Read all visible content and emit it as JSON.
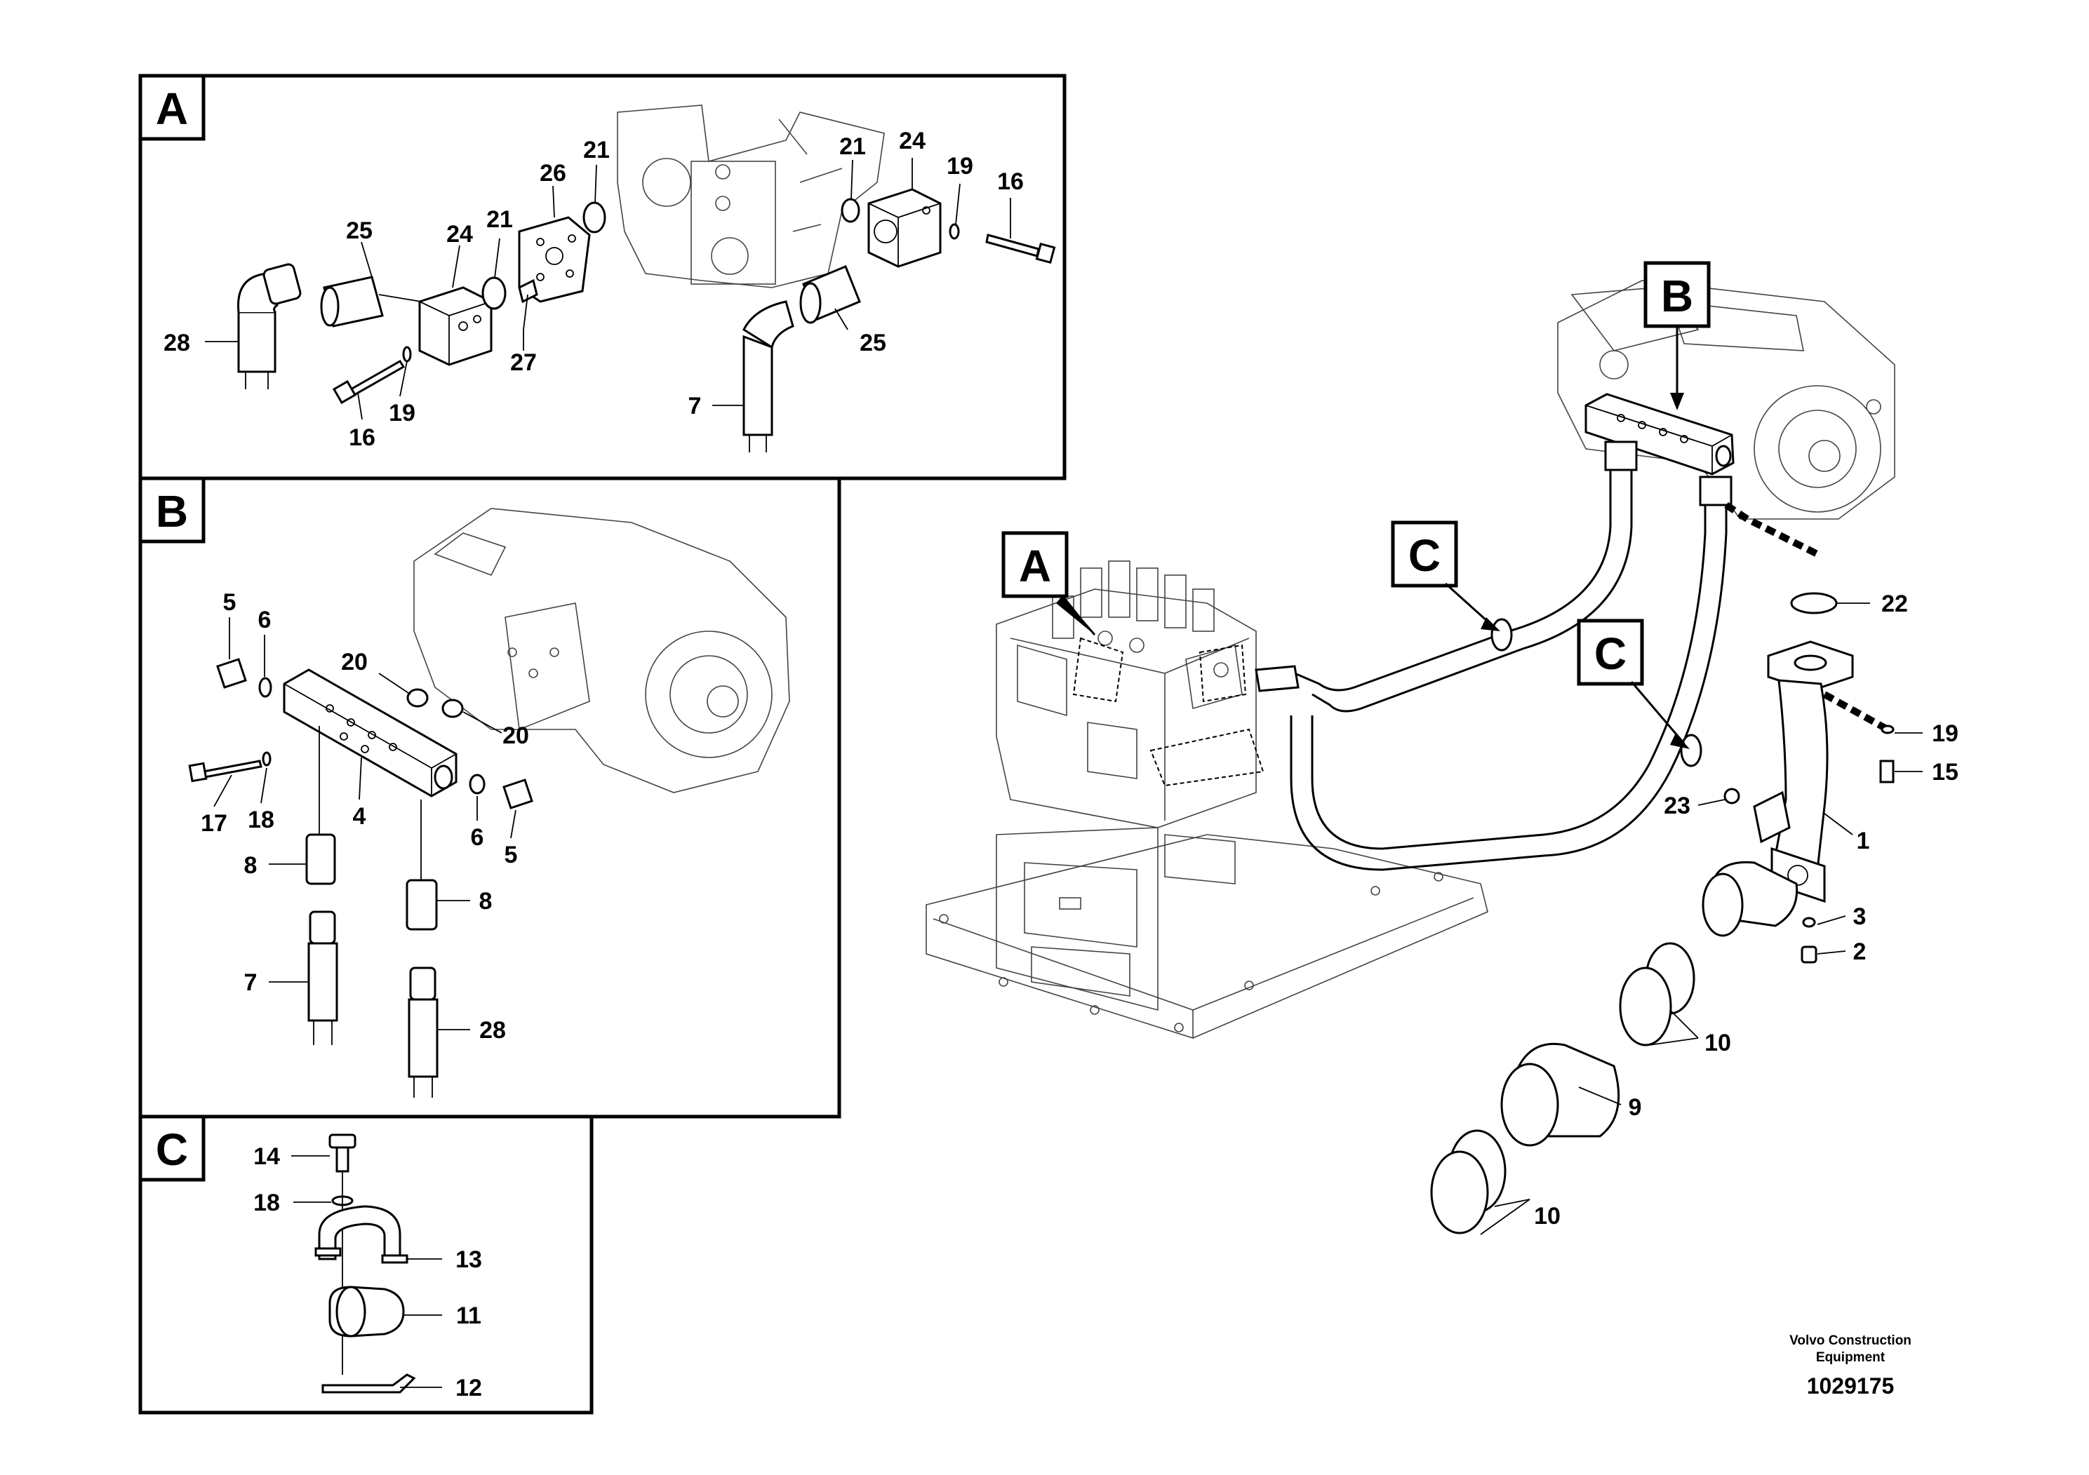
{
  "panels": {
    "A": {
      "tag": "A"
    },
    "B": {
      "tag": "B"
    },
    "C": {
      "tag": "C"
    }
  },
  "main_tags": {
    "A": "A",
    "B": "B",
    "C1": "C",
    "C2": "C"
  },
  "callouts": {
    "a_25_left": "25",
    "a_24_left": "24",
    "a_21_left": "21",
    "a_26": "26",
    "a_21_top": "21",
    "a_21_right": "21",
    "a_24_right": "24",
    "a_19_right": "19",
    "a_16_right": "16",
    "a_28": "28",
    "a_16_left": "16",
    "a_19_left": "19",
    "a_27": "27",
    "a_25_right": "25",
    "a_7": "7",
    "b_5_left": "5",
    "b_6_left": "6",
    "b_20_top": "20",
    "b_20_bottom": "20",
    "b_17": "17",
    "b_18": "18",
    "b_4": "4",
    "b_6_right": "6",
    "b_5_right": "5",
    "b_8_left": "8",
    "b_8_right": "8",
    "b_7": "7",
    "b_28": "28",
    "c_14": "14",
    "c_18": "18",
    "c_13": "13",
    "c_11": "11",
    "c_12": "12",
    "m_22": "22",
    "m_19": "19",
    "m_15": "15",
    "m_23": "23",
    "m_1": "1",
    "m_3": "3",
    "m_2": "2",
    "m_10_top": "10",
    "m_9": "9",
    "m_10_bottom": "10"
  },
  "footer": {
    "company": "Volvo Construction Equipment",
    "drawing_number": "1029175"
  }
}
